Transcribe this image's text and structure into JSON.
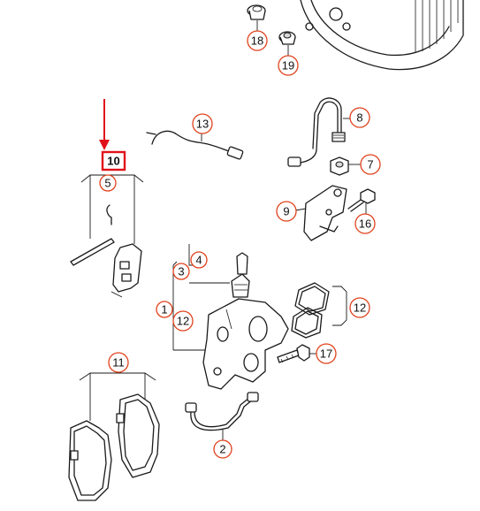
{
  "diagram": {
    "highlighted_part": "10",
    "highlight_color": "#e0101a",
    "callout_color": "#e0421c",
    "callouts": [
      "18",
      "19",
      "13",
      "8",
      "7",
      "5",
      "9",
      "16",
      "4",
      "3",
      "1",
      "12",
      "12",
      "17",
      "11",
      "2"
    ]
  }
}
